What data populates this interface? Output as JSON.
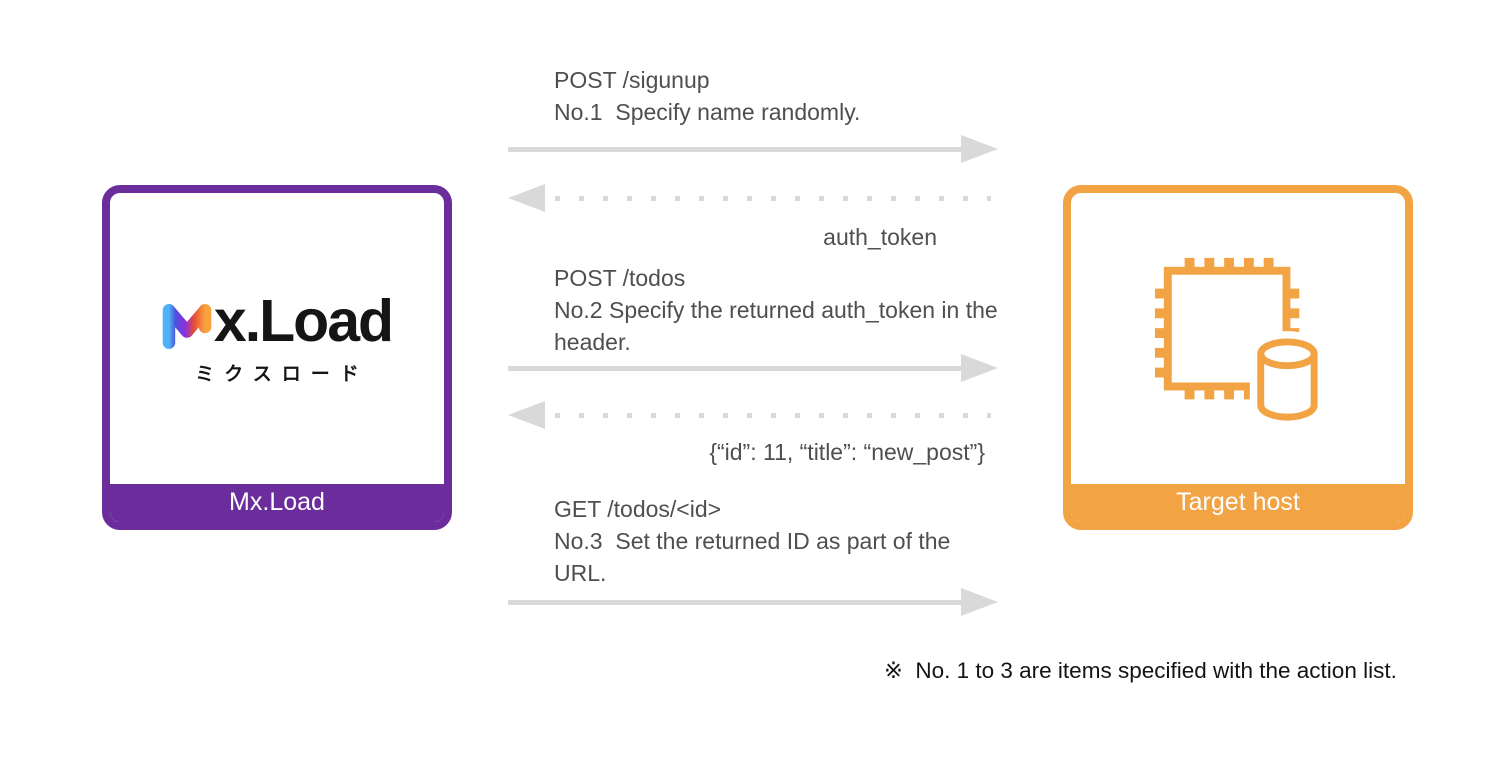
{
  "diagram": {
    "left_actor": {
      "label": "Mx.Load",
      "logo": {
        "wordmark": "x.Load",
        "subtext": "ミクスロード"
      },
      "accent_color": "#6B2D9B"
    },
    "right_actor": {
      "label": "Target host",
      "icon": "chip-database-icon",
      "accent_color": "#F2A444"
    },
    "messages": [
      {
        "direction": "right",
        "style": "solid",
        "lines": [
          "POST /sigunup",
          "No.1  Specify name randomly."
        ]
      },
      {
        "direction": "left",
        "style": "dotted",
        "label": "auth_token"
      },
      {
        "direction": "right",
        "style": "solid",
        "lines": [
          "POST /todos",
          "No.2 Specify the returned auth_token in the",
          "header."
        ]
      },
      {
        "direction": "left",
        "style": "dotted",
        "label": "{“id”: 11, “title”: “new_post”}"
      },
      {
        "direction": "right",
        "style": "solid",
        "lines": [
          "GET /todos/<id>",
          "No.3  Set the returned ID as part of the",
          "URL."
        ]
      }
    ],
    "footnote": "※  No. 1 to 3 are items specified with the action list.",
    "colors": {
      "purple": "#6B2D9B",
      "orange": "#F2A444",
      "arrow_gray": "#D9D9D9",
      "text_gray": "#4F4F4F",
      "note_black": "#141414"
    }
  }
}
